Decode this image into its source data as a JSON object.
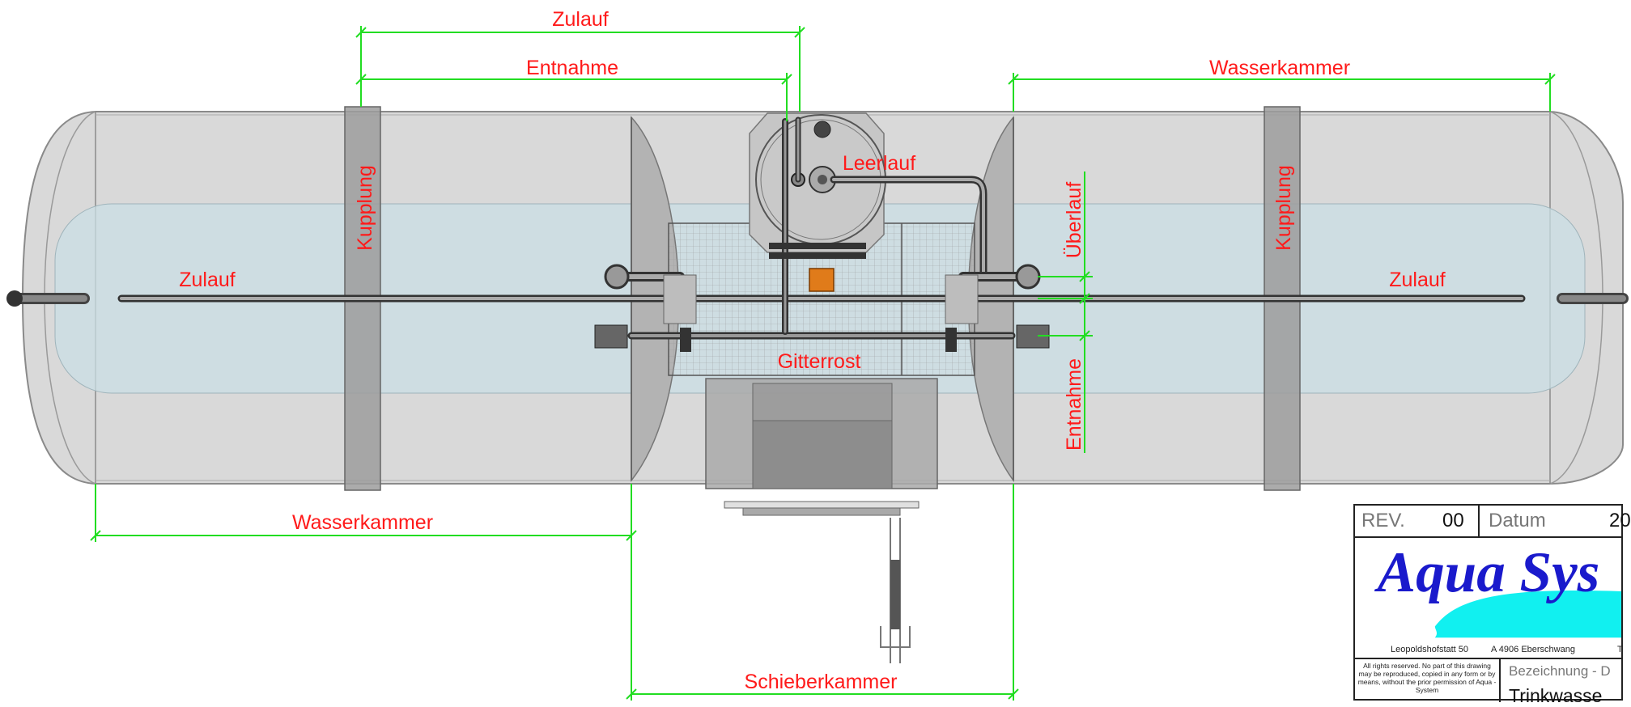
{
  "labels": {
    "zulauf_top": "Zulauf",
    "entnahme_top": "Entnahme",
    "wasserkammer_top": "Wasserkammer",
    "kupplung_left": "Kupplung",
    "kupplung_right": "Kupplung",
    "leerlauf": "Leerlauf",
    "ueberlauf": "Überlauf",
    "zulauf_left": "Zulauf",
    "zulauf_right": "Zulauf",
    "gitterrost": "Gitterrost",
    "entnahme_right": "Entnahme",
    "wasserkammer_bottom": "Wasserkammer",
    "schieberkammer": "Schieberkammer"
  },
  "title_block": {
    "rev_label": "REV.",
    "rev_value": "00",
    "datum_label": "Datum",
    "datum_value": "20",
    "logo_text": "Aqua Sys",
    "address_street": "Leopoldshofstatt 50",
    "address_city": "A 4906 Eberschwang",
    "address_extra": "T",
    "rights": "All rights reserved. No part of this drawing may be reproduced, copied in any form or by means, without the prior permission of Aqua - System",
    "bezeichnung_label": "Bezeichnung - D",
    "drawing_name": "Trinkwasse"
  },
  "colors": {
    "dimension_line": "#22dd22",
    "label": "#ff1a1a",
    "tank_fill": "#d6d6d6",
    "water_fill": "#cfe0e6",
    "logo_blue": "#1a1acc",
    "logo_wave": "#11f0f0"
  }
}
